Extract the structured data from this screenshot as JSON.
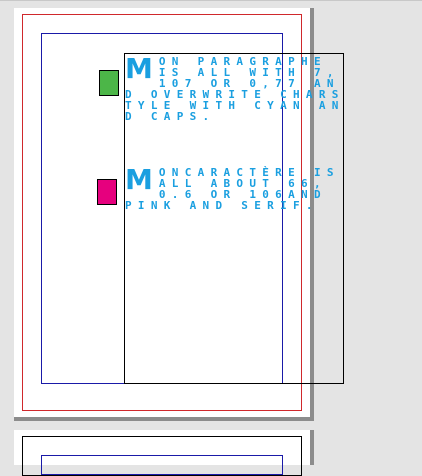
{
  "document": {
    "paragraph_1": {
      "drop_cap": "M",
      "text": "on paragraphe is all with 7, 107 or 0,77 and overwrite charstyle with cyan and caps."
    },
    "paragraph_2": {
      "drop_cap": "M",
      "text": "oncaractère is all about 66, 0.6 or 106and pink and serif."
    }
  },
  "colors": {
    "text_cyan": "#1a9fe0",
    "swatch_1": "#4cb648",
    "swatch_2": "#e6007e",
    "margin_red": "#d0282c",
    "margin_blue": "#1a1aa8"
  }
}
